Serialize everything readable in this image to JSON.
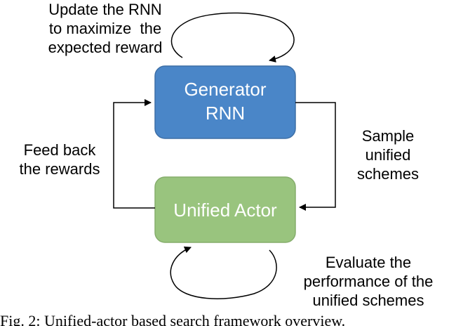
{
  "nodes": {
    "generator": {
      "label": "Generator\nRNN",
      "color": "#4a86c8",
      "border": "#3d6fa6"
    },
    "actor": {
      "label": "Unified Actor",
      "color": "#99c47e",
      "border": "#85ad6c"
    }
  },
  "edges": {
    "top_loop": "Update the RNN\nto maximize  the\nexpected reward",
    "right": "Sample\nunified\nschemes",
    "left": "Feed back\nthe rewards",
    "bottom_loop": "Evaluate the\nperformance of the\nunified schemes"
  },
  "caption": "Fig. 2: Unified-actor based search framework overview."
}
